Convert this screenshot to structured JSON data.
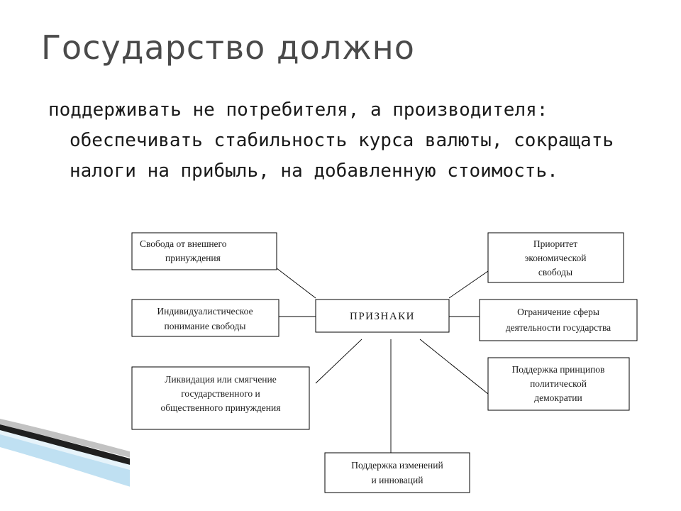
{
  "slide": {
    "title": "Государство должно",
    "bullet": "поддерживать не потребителя, а производителя: обеспечивать стабильность курса валюты, сокращать налоги на прибыль, на добавленную стоимость."
  },
  "diagram": {
    "center": "ПРИЗНАКИ",
    "nodes": {
      "freedom_coercion": [
        "Свобода от внешнего",
        "принуждения"
      ],
      "individualistic": [
        "Индивидуалистическое",
        "понимание свободы"
      ],
      "liquidation": [
        "Ликвидация или смягчение",
        "государственного и",
        "общественного принуждения"
      ],
      "priority": [
        "Приоритет",
        "экономической",
        "свободы"
      ],
      "limitation": [
        "Ограничение сферы",
        "деятельности государства"
      ],
      "democracy": [
        "Поддержка принципов",
        "политической",
        "демократии"
      ],
      "innovation": [
        "Поддержка изменений",
        "и инноваций"
      ]
    }
  },
  "colors": {
    "title": "#4a4a4a",
    "text": "#1a1a1a",
    "box_border": "#000000",
    "decor_dark": "#1f1f1f",
    "decor_blue": "#8ec8e8"
  }
}
